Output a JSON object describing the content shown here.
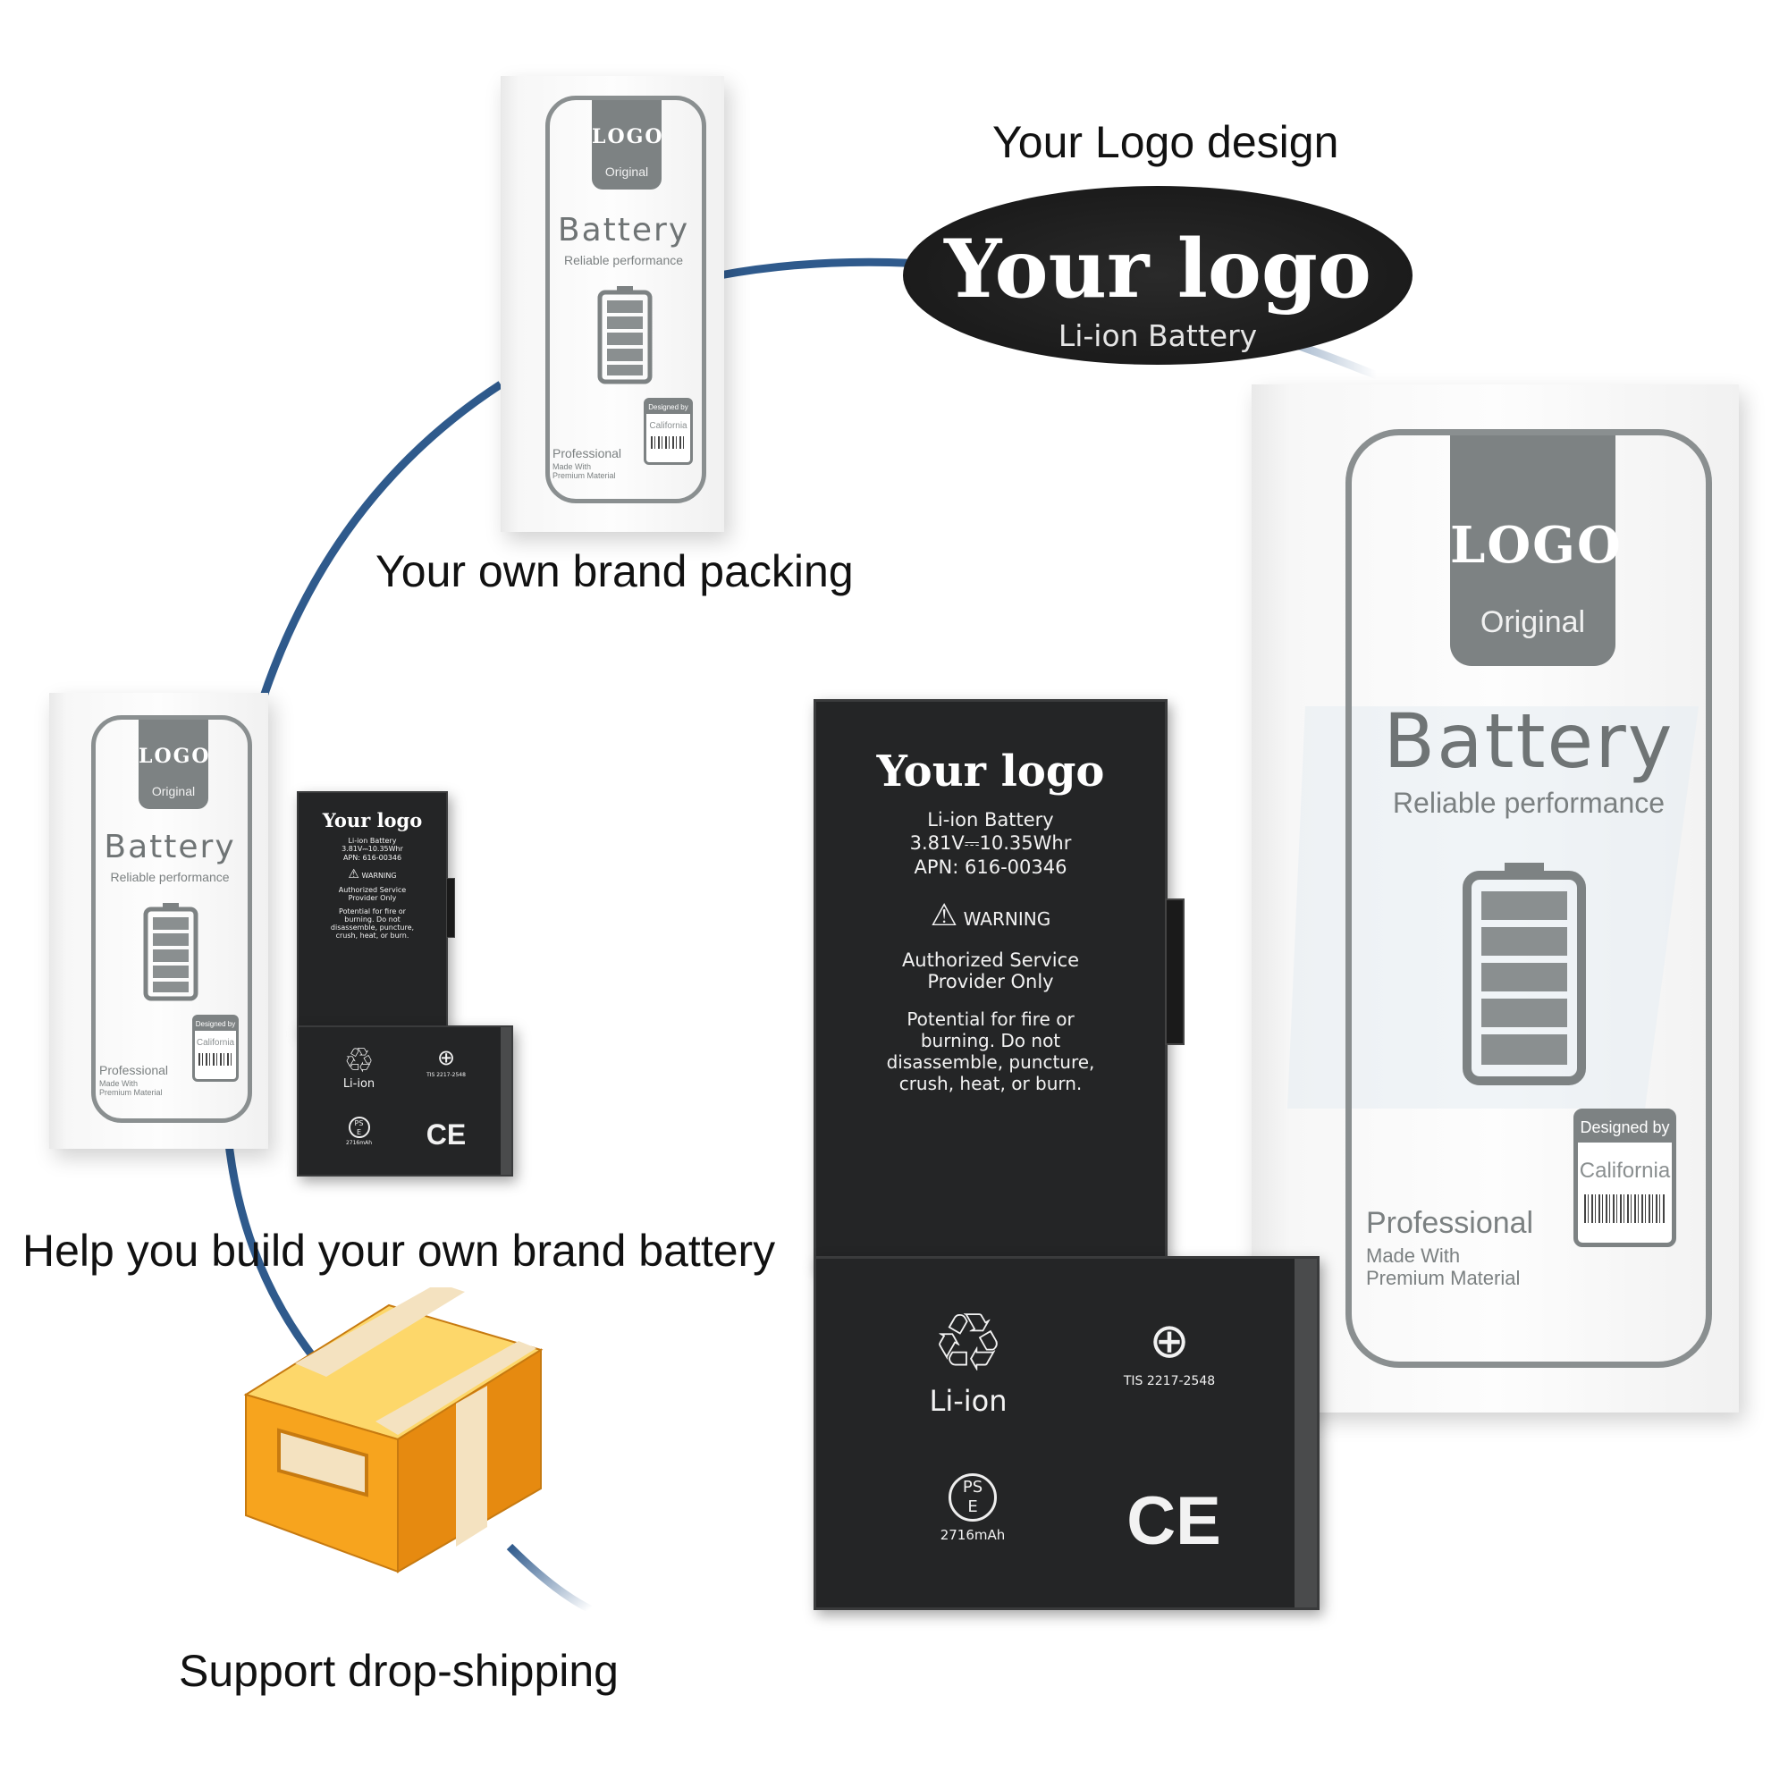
{
  "captions": {
    "logo_design": "Your Logo design",
    "brand_packing": "Your own brand packing",
    "build_brand": "Help you build your own brand battery",
    "drop_shipping": "Support drop-shipping"
  },
  "logo_badge": {
    "title": "Your logo",
    "subtitle": "Li-ion Battery"
  },
  "packaging": {
    "logo": "LOGO",
    "original": "Original",
    "title": "Battery",
    "subtitle": "Reliable performance",
    "professional": "Professional",
    "made_with_1": "Made With",
    "made_with_2": "Premium Material",
    "designed_by": "Designed by",
    "location": "California"
  },
  "cell": {
    "brand": "Your logo",
    "type": "Li-ion Battery",
    "rating": "3.81V⎓10.35Whr",
    "apn": "APN: 616-00346",
    "warning": "WARNING",
    "service_1": "Authorized Service",
    "service_2": "Provider Only",
    "hazard_1": "Potential for fire or",
    "hazard_2": "burning. Do not",
    "hazard_3": "disassemble, puncture,",
    "hazard_4": "crush, heat, or burn.",
    "recycle_label": "Li-ion",
    "tis": "TIS 2217-2548",
    "pse_1": "PS",
    "pse_2": "E",
    "capacity": "2716mAh",
    "ce": "CE"
  },
  "colors": {
    "arc": "#2f5a8c",
    "cell": "#242526",
    "box_accent": "#7d8283",
    "badge": "#1d1d1d",
    "parcel": "#f6a21f"
  }
}
